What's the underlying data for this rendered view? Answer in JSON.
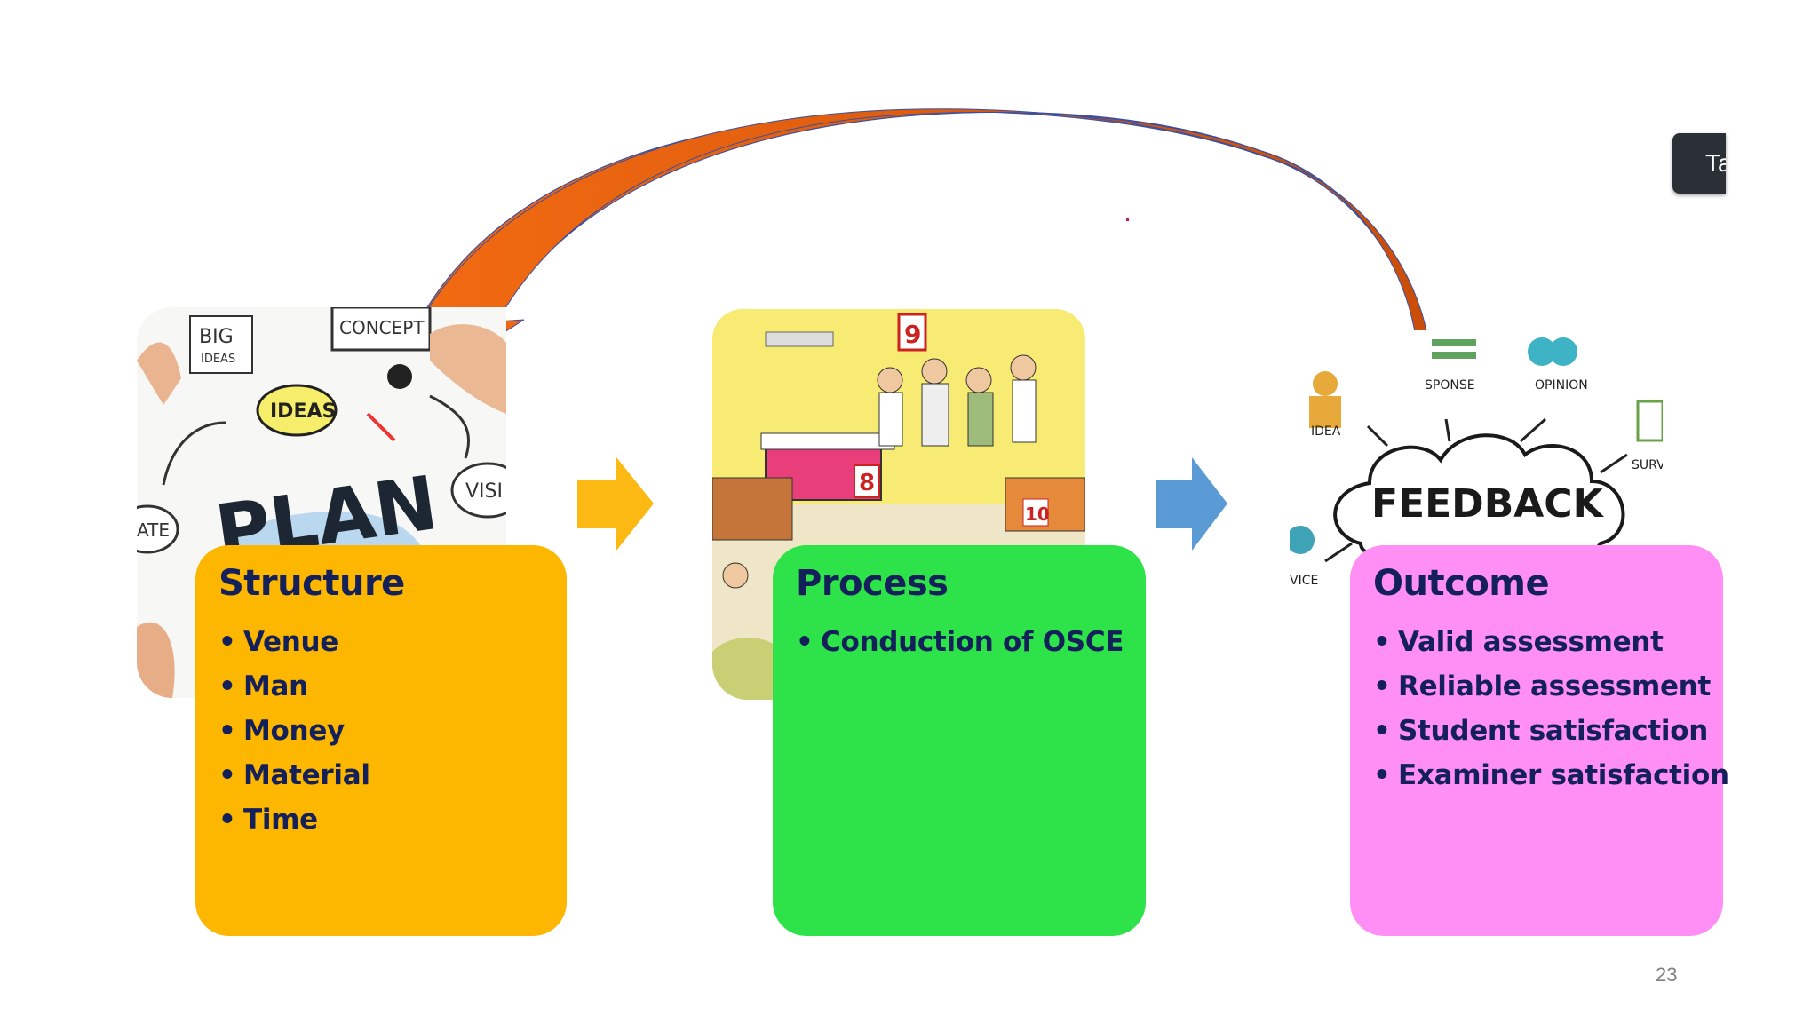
{
  "stages": [
    {
      "title": "Structure",
      "items": [
        "Venue",
        "Man",
        "Money",
        "Material",
        "Time"
      ],
      "color": "#fdb700"
    },
    {
      "title": "Process",
      "items": [
        "Conduction of OSCE"
      ],
      "color": "#2ee34a"
    },
    {
      "title": "Outcome",
      "items": [
        "Valid assessment",
        "Reliable assessment",
        "Student satisfaction",
        "Examiner satisfaction"
      ],
      "color": "#ff8ff5"
    }
  ],
  "plan_image": {
    "words": [
      "PLAN",
      "IDEAS",
      "CONCEPT",
      "BIG",
      "IDEAS",
      "VISI",
      "ATE"
    ]
  },
  "hospital_image": {
    "numbers": [
      "9",
      "8",
      "10"
    ]
  },
  "feedback_image": {
    "main": "FEEDBACK",
    "labels": [
      "IDEA",
      "SPONSE",
      "OPINION",
      "SURV",
      "VICE"
    ]
  },
  "arrows": {
    "chevron1_color": "#fdb913",
    "chevron2_color": "#5b9bd5",
    "loop_color": "#e05a0c"
  },
  "tab_button_label": "Ta",
  "page_number": "23"
}
